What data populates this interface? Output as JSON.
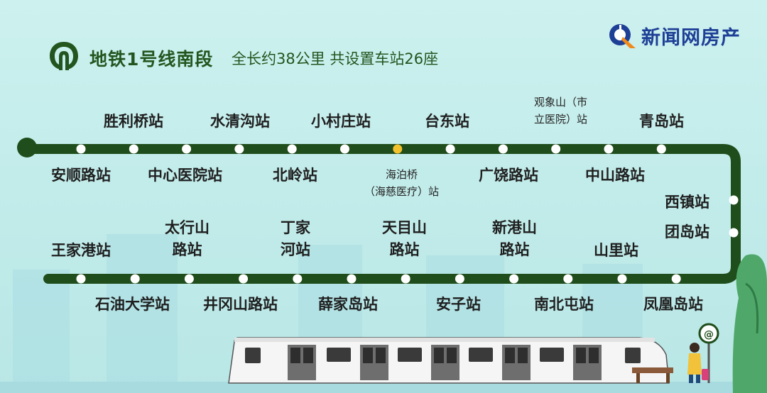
{
  "header": {
    "title": "地铁1号线南段",
    "subtitle": "全长约38公里 共设置车站26座"
  },
  "brand": {
    "name": "新闻网房产",
    "logo_icon": "xinwen-logo-icon"
  },
  "colors": {
    "track": "#1f4d1b",
    "station_dot": "#ffffff",
    "highlight_dot": "#f2c12e",
    "title": "#23561f",
    "brand": "#1e3f96"
  },
  "stations": {
    "r1_above": [
      "胜利桥站",
      "水清沟站",
      "小村庄站",
      "台东站",
      "观象山（市立医院）站",
      "青岛站"
    ],
    "r1_below": [
      "安顺路站",
      "中心医院站",
      "北岭站",
      "海泊桥（海慈医疗）站",
      "广饶路站",
      "中山路站"
    ],
    "right": [
      "西镇站",
      "团岛站"
    ],
    "r2_above": [
      "王家港站",
      "太行山路站",
      "丁家河站",
      "天目山路站",
      "新港山路站",
      "山里站"
    ],
    "r2_below": [
      "石油大学站",
      "井冈山路站",
      "薛家岛站",
      "安子站",
      "南北屯站",
      "凤凰岛站"
    ],
    "highlighted": "海泊桥（海慈医疗）站"
  },
  "labels": {
    "s1": "胜利桥站",
    "s2": "水清沟站",
    "s3": "小村庄站",
    "s4": "台东站",
    "s5a": "观象山（市",
    "s5b": "立医院）站",
    "s6": "青岛站",
    "t1": "安顺路站",
    "t2": "中心医院站",
    "t3": "北岭站",
    "t4a": "海泊桥",
    "t4b": "（海慈医疗）站",
    "t5": "广饶路站",
    "t6": "中山路站",
    "r1": "西镇站",
    "r2": "团岛站",
    "u1": "王家港站",
    "u2a": "太行山",
    "u2b": "路站",
    "u3a": "丁家",
    "u3b": "河站",
    "u4a": "天目山",
    "u4b": "路站",
    "u5a": "新港山",
    "u5b": "路站",
    "u6": "山里站",
    "d1": "石油大学站",
    "d2": "井冈山路站",
    "d3": "薛家岛站",
    "d4": "安子站",
    "d5": "南北屯站",
    "d6": "凤凰岛站"
  },
  "line": {
    "route_dots_row1": 12,
    "route_dots_right": 2,
    "route_dots_row2": 12
  }
}
